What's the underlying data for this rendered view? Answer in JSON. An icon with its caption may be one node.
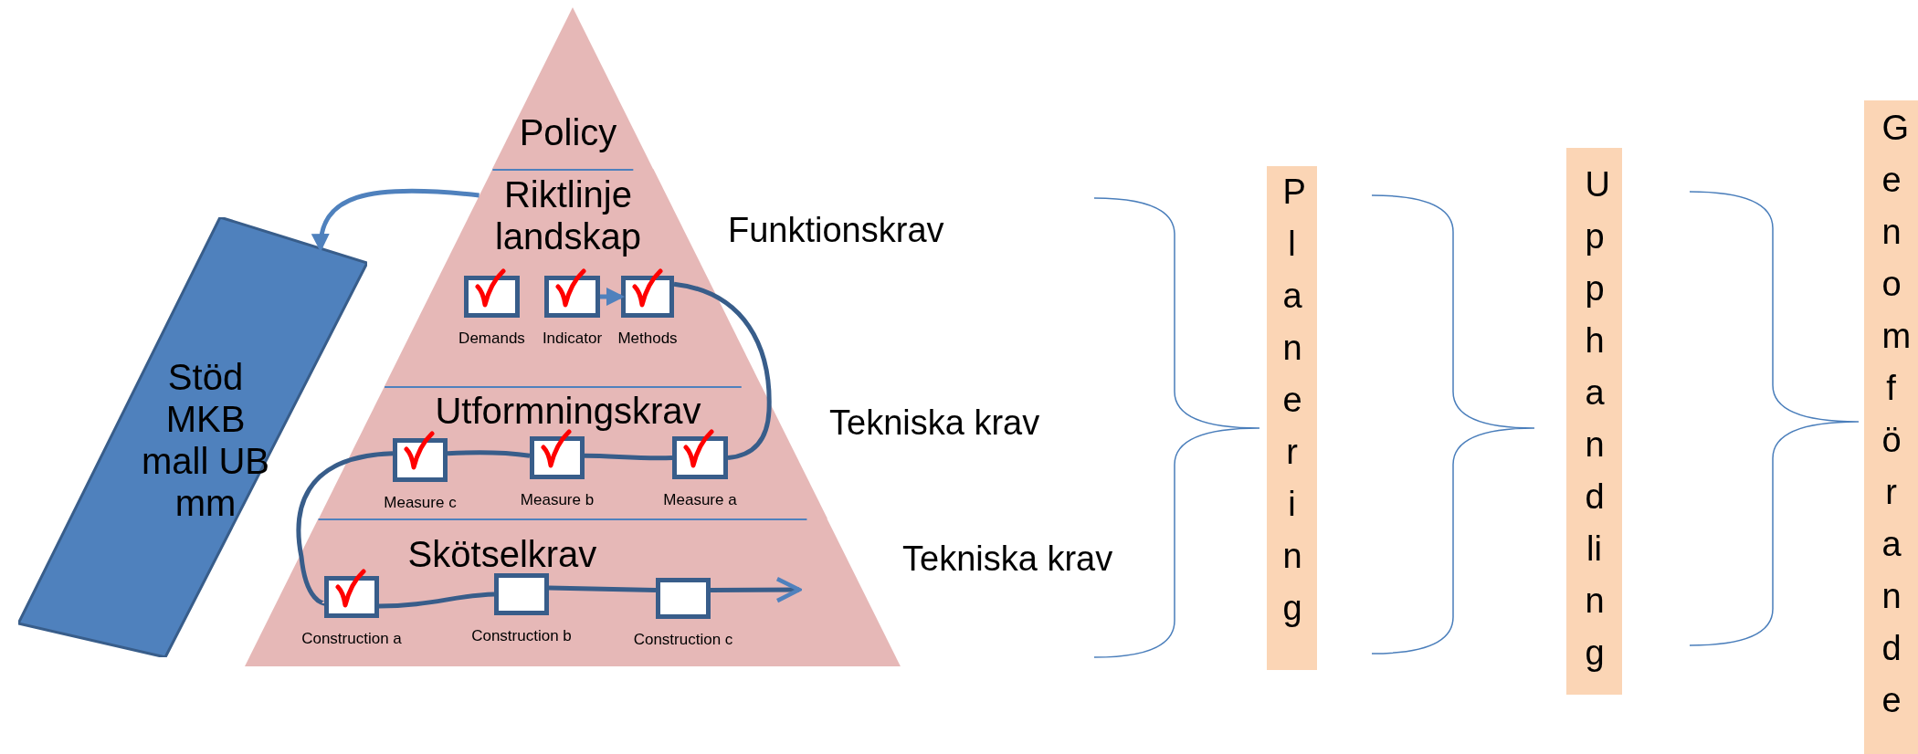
{
  "diagram": {
    "nodes": [
      {
        "text": [
          "Policy"
        ]
      },
      {
        "text": [
          "Riktlinje landskap"
        ],
        "beside": [
          "Funktionskrav"
        ]
      },
      {
        "text": [
          "Demands"
        ],
        "in": 1
      },
      {
        "text": [
          "Indicator"
        ],
        "in": 1
      },
      {
        "text": [
          "Methods"
        ],
        "in": 1
      },
      {
        "text": [
          "Utformningskrav"
        ],
        "beside": [
          "Tekniska krav"
        ]
      },
      {
        "text": [
          "Measure c"
        ],
        "in": 5
      },
      {
        "text": [
          "Measure b"
        ],
        "in": 5
      },
      {
        "text": [
          "Measure a"
        ],
        "in": 5
      },
      {
        "text": [
          "Skötselkrav"
        ],
        "beside": [
          "Tekniska krav"
        ]
      },
      {
        "text": [
          "Construction a"
        ],
        "in": 9
      },
      {
        "text": [
          "Construction b"
        ],
        "in": 9
      },
      {
        "text": [
          "Construction c"
        ],
        "in": 9
      },
      {
        "text": [
          "Stöd MKB mall UB mm"
        ]
      },
      {
        "text": [
          "Planering"
        ]
      },
      {
        "text": [
          "Upphandling"
        ]
      },
      {
        "text": [
          "Genomförande"
        ]
      }
    ],
    "edges": [
      {
        "from": 1,
        "to": 13,
        "arrow": "to",
        "color": "#4f81bd"
      },
      {
        "from": 3,
        "to": 4,
        "arrow": "to",
        "color": "#4f81bd"
      },
      {
        "from": 4,
        "to": 8,
        "arrow": "none"
      },
      {
        "from": 8,
        "to": 7,
        "arrow": "none"
      },
      {
        "from": 7,
        "to": 6,
        "arrow": "none"
      },
      {
        "from": 6,
        "to": 10,
        "arrow": "none"
      },
      {
        "from": 10,
        "to": 11,
        "arrow": "none"
      },
      {
        "from": 11,
        "to": 12,
        "arrow": "none"
      },
      {
        "from": 12,
        "to": null,
        "arrow": "to"
      }
    ]
  }
}
